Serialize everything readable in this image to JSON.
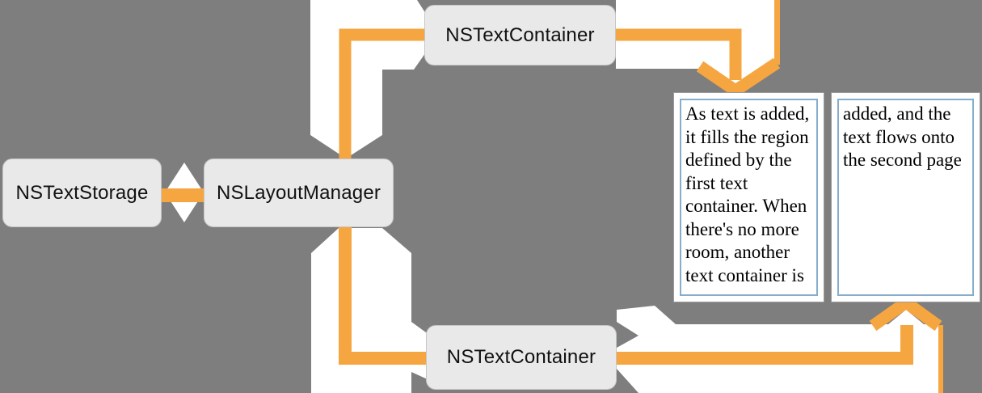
{
  "diagram": {
    "background_color": "#7E7E7E",
    "arrow_color": "#F5A640",
    "halo_color": "#FFFFFF",
    "node_fill": "#E9E9E9",
    "page_border_color": "#85ADCC",
    "nodes": {
      "text_storage": {
        "label": "NSTextStorage"
      },
      "layout_manager": {
        "label": "NSLayoutManager"
      },
      "text_container_top": {
        "label": "NSTextContainer"
      },
      "text_container_bottom": {
        "label": "NSTextContainer"
      }
    },
    "pages": {
      "page1": {
        "lines": [
          "As text is added,",
          "it fills the region",
          "defined by the",
          "first text",
          "container. When",
          "there's no more",
          "room, another",
          "text container is"
        ]
      },
      "page2": {
        "lines": [
          "added, and the",
          "text flows onto",
          "the second page"
        ]
      }
    }
  }
}
